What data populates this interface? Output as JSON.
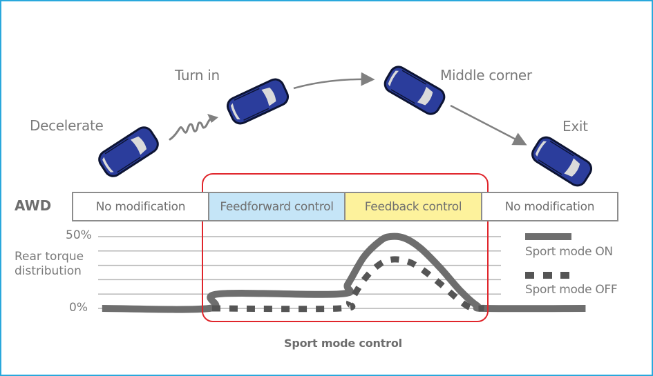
{
  "stages": [
    {
      "id": "decelerate",
      "label": "Decelerate"
    },
    {
      "id": "turn-in",
      "label": "Turn in"
    },
    {
      "id": "middle-corner",
      "label": "Middle corner"
    },
    {
      "id": "exit",
      "label": "Exit"
    }
  ],
  "car": {
    "body_color": "#2b3d9c",
    "outline_color": "#0d1433",
    "window_color": "#dadada"
  },
  "arrows": [
    {
      "from": "decelerate",
      "to": "turn-in",
      "style": "wavy"
    },
    {
      "from": "turn-in",
      "to": "middle-corner",
      "style": "curved"
    },
    {
      "from": "middle-corner",
      "to": "exit",
      "style": "straight"
    }
  ],
  "awd": {
    "label": "AWD",
    "phases": [
      {
        "label": "No modification",
        "fill": "#ffffff"
      },
      {
        "label": "Feedforward control",
        "fill": "#c5e5f7"
      },
      {
        "label": "Feedback control",
        "fill": "#fdf29c"
      },
      {
        "label": "No modification",
        "fill": "#ffffff"
      }
    ]
  },
  "highlight": {
    "caption": "Sport mode control",
    "color": "#e0252b"
  },
  "chart_data": {
    "type": "line",
    "title": "",
    "xlabel": "",
    "ylabel": "Rear torque distribution",
    "ylim": [
      0,
      50
    ],
    "yticks": [
      {
        "value": 50,
        "label": "50%"
      },
      {
        "value": 0,
        "label": "0%"
      }
    ],
    "gridlines": [
      0,
      10,
      20,
      30,
      40,
      50
    ],
    "x_phases": [
      "Decelerate",
      "Turn in",
      "Middle corner",
      "Exit"
    ],
    "xlim": [
      0,
      100
    ],
    "legend": "right",
    "series": [
      {
        "name": "Sport mode ON",
        "style": "solid",
        "color": "#6e6e6e",
        "points": [
          [
            1,
            0
          ],
          [
            27.6,
            0
          ],
          [
            29.8,
            10
          ],
          [
            59.8,
            10
          ],
          [
            62,
            17
          ],
          [
            66,
            36
          ],
          [
            70,
            47
          ],
          [
            72.5,
            50
          ],
          [
            76,
            49
          ],
          [
            80,
            42
          ],
          [
            85,
            28
          ],
          [
            90,
            12
          ],
          [
            94,
            2
          ],
          [
            96.5,
            0
          ],
          [
            121,
            0
          ]
        ]
      },
      {
        "name": "Sport mode OFF",
        "style": "dashed",
        "color": "#555555",
        "points": [
          [
            28.3,
            0
          ],
          [
            60,
            0
          ],
          [
            62.5,
            5
          ],
          [
            66,
            20
          ],
          [
            69.5,
            30
          ],
          [
            72.7,
            34
          ],
          [
            76.5,
            33
          ],
          [
            80,
            28
          ],
          [
            85,
            17
          ],
          [
            89.5,
            6
          ],
          [
            92.5,
            0.5
          ],
          [
            95.8,
            0
          ]
        ]
      }
    ]
  }
}
